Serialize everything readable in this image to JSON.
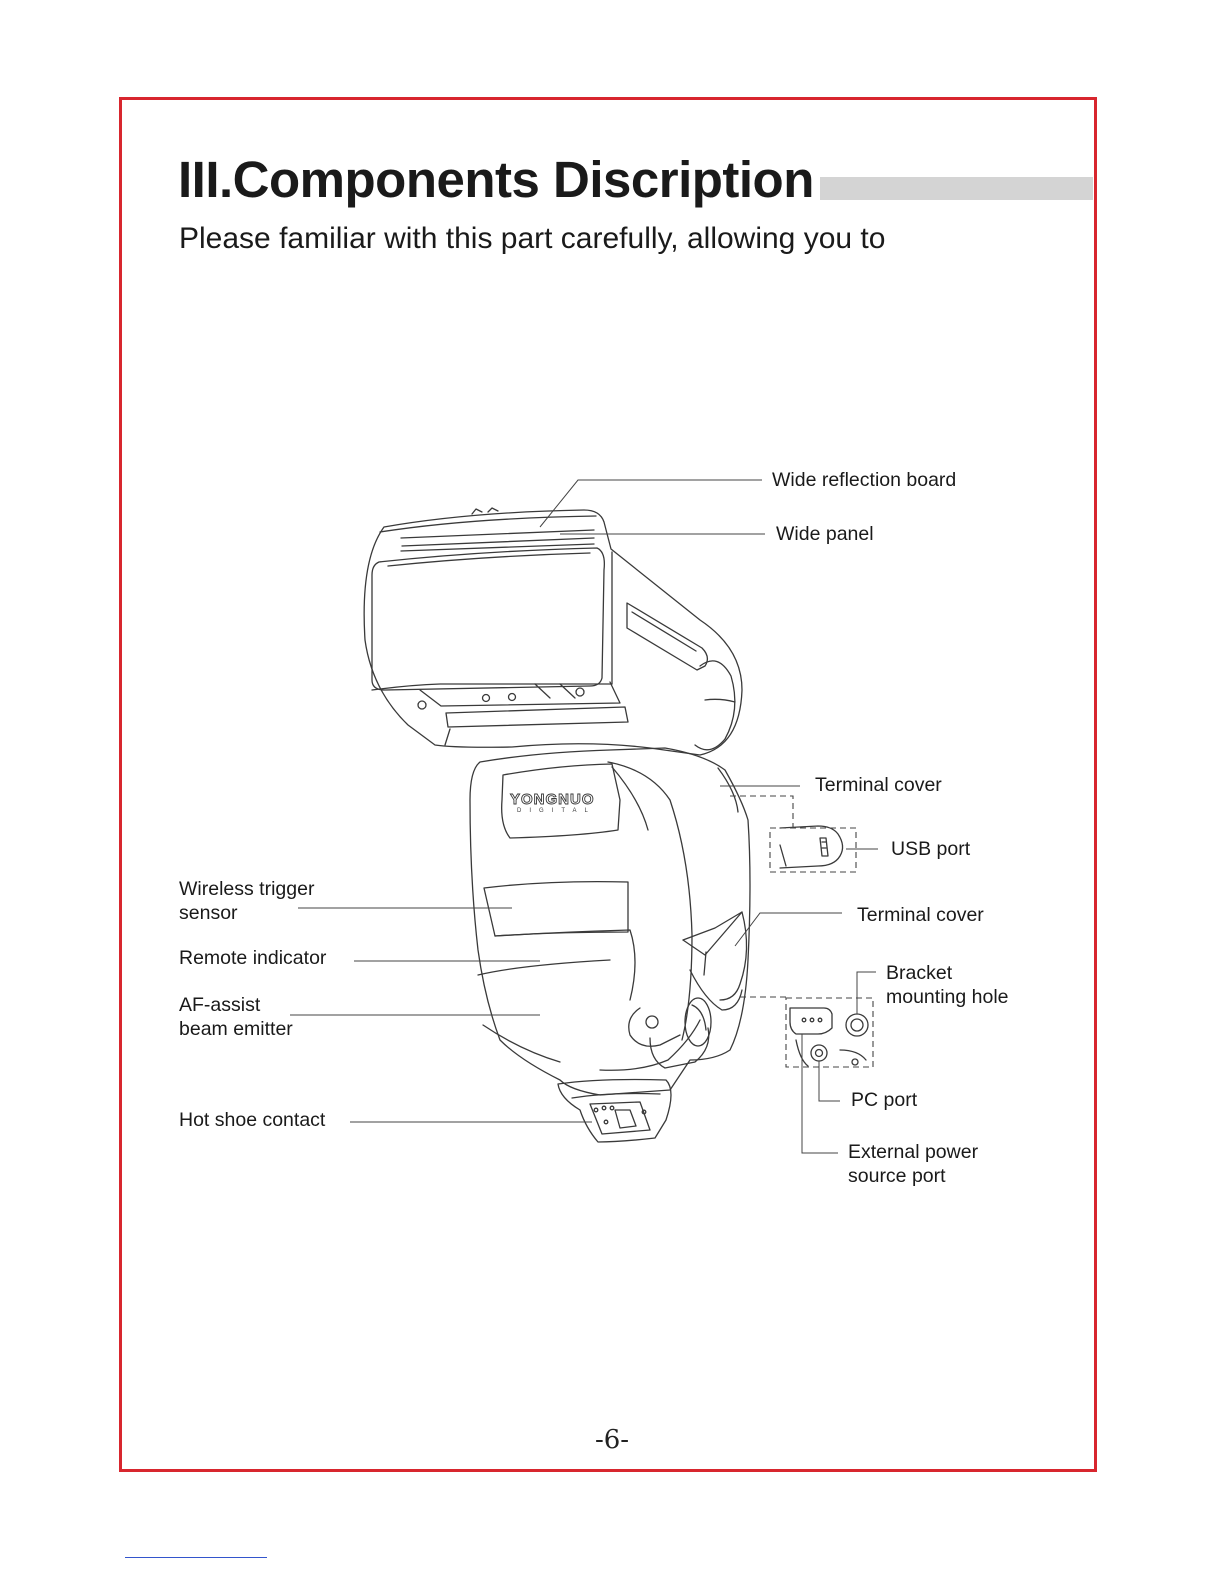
{
  "heading": {
    "title": "III.Components Discription",
    "subtitle": "Please familiar with this part carefully, allowing you to"
  },
  "diagram": {
    "brand_logo": "YONGNUO",
    "brand_sub": "DIGITAL",
    "labels": {
      "wide_reflection_board": "Wide reflection board",
      "wide_panel": "Wide panel",
      "terminal_cover_top": "Terminal cover",
      "usb_port": "USB port",
      "terminal_cover_side": "Terminal cover",
      "bracket_line1": "Bracket",
      "bracket_line2": "mounting hole",
      "pc_port": "PC port",
      "external_power_line1": "External power",
      "external_power_line2": "source port",
      "wireless_line1": "Wireless trigger",
      "wireless_line2": "sensor",
      "remote_indicator": "Remote indicator",
      "af_assist_line1": "AF-assist",
      "af_assist_line2": "beam emitter",
      "hot_shoe_contact": "Hot shoe contact"
    }
  },
  "footer": {
    "page_number": "-6-"
  },
  "colors": {
    "frame_border": "#d8262e",
    "title_bar": "#d4d4d4",
    "text": "#1a1a1a",
    "footnote_rule": "#3355cc"
  }
}
